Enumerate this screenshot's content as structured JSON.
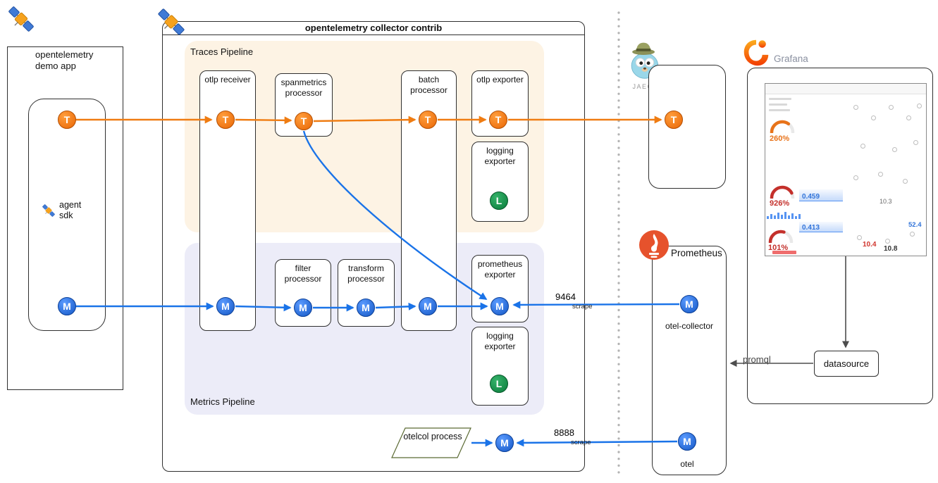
{
  "demo_app": {
    "title": "opentelemetry demo app",
    "agent_label": "agent sdk"
  },
  "collector": {
    "title": "opentelemetry collector contrib",
    "traces_pipeline": {
      "label": "Traces Pipeline",
      "nodes": {
        "otlp_receiver": "otlp receiver",
        "spanmetrics_processor": "spanmetrics processor",
        "batch_processor": "batch processor",
        "otlp_exporter": "otlp exporter",
        "logging_exporter": "logging exporter"
      }
    },
    "metrics_pipeline": {
      "label": "Metrics Pipeline",
      "nodes": {
        "filter_processor": "filter processor",
        "transform_processor": "transform processor",
        "prometheus_exporter": "prometheus exporter",
        "logging_exporter": "logging exporter"
      }
    },
    "otelcol_process": "otelcol process"
  },
  "badges": {
    "trace": "T",
    "metric": "M",
    "log": "L"
  },
  "jaeger": {
    "label": "JAEGER"
  },
  "prometheus": {
    "label": "Prometheus",
    "otel_collector_label": "otel-collector",
    "otel_label": "otel"
  },
  "grafana": {
    "label": "Grafana",
    "datasource_label": "datasource",
    "dashboard": {
      "gauges": [
        "260%",
        "926%",
        "101%"
      ],
      "values": [
        "0.459",
        "10.3",
        "0.413",
        "10.4",
        "10.8",
        "52.4"
      ]
    }
  },
  "edges": {
    "scrape_9464": {
      "port": "9464",
      "label": "scrape"
    },
    "scrape_8888": {
      "port": "8888",
      "label": "scrape"
    },
    "promql": "promql"
  },
  "colors": {
    "trace": "#ef7c12",
    "metric": "#1a73e8",
    "log": "#0b8040",
    "traces_bg": "#fdf3e4",
    "metrics_bg": "#ececf8"
  }
}
